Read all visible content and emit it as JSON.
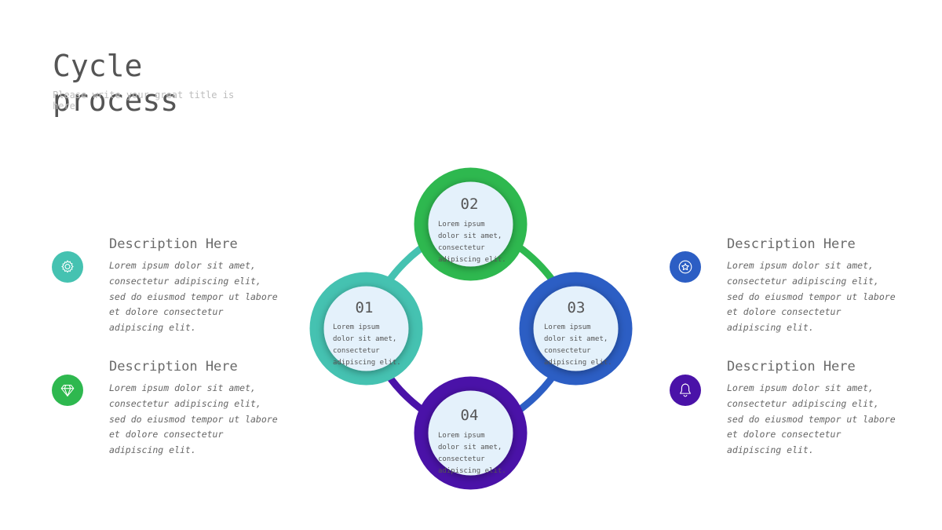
{
  "header": {
    "title_line1": "Cycle",
    "title_line2": "process",
    "subtitle": "Please write your great title is here"
  },
  "colors": {
    "teal": "#45c2b1",
    "green": "#2eb84f",
    "blue": "#2c5ec4",
    "purple": "#4a12a8",
    "inner_fill": "#e4f1fb"
  },
  "nodes": [
    {
      "number": "01",
      "lines": [
        "Lorem ipsum",
        "dolor sit amet,",
        "consectetur",
        "adipiscing elit."
      ],
      "color": "#45c2b1"
    },
    {
      "number": "02",
      "lines": [
        "Lorem ipsum",
        "dolor sit amet,",
        "consectetur",
        "adipiscing elit."
      ],
      "color": "#2eb84f"
    },
    {
      "number": "03",
      "lines": [
        "Lorem ipsum",
        "dolor sit amet,",
        "consectetur",
        "adipiscing elit."
      ],
      "color": "#2c5ec4"
    },
    {
      "number": "04",
      "lines": [
        "Lorem ipsum",
        "dolor sit amet,",
        "consectetur",
        "adipiscing elit."
      ],
      "color": "#4a12a8"
    }
  ],
  "descriptions": [
    {
      "title": "Description Here",
      "body": "Lorem ipsum dolor sit amet, consectetur adipiscing elit, sed do eiusmod tempor  ut labore et dolore consectetur adipiscing elit.",
      "icon": "gear-icon",
      "color": "#45c2b1"
    },
    {
      "title": "Description Here",
      "body": "Lorem ipsum dolor sit amet, consectetur adipiscing elit, sed do eiusmod tempor  ut labore et dolore consectetur adipiscing elit.",
      "icon": "diamond-icon",
      "color": "#2eb84f"
    },
    {
      "title": "Description Here",
      "body": "Lorem ipsum dolor sit amet, consectetur adipiscing elit, sed do eiusmod tempor  ut labore et dolore consectetur adipiscing elit.",
      "icon": "star-badge-icon",
      "color": "#2c5ec4"
    },
    {
      "title": "Description Here",
      "body": "Lorem ipsum dolor sit amet, consectetur adipiscing elit, sed do eiusmod tempor  ut labore et dolore consectetur adipiscing elit.",
      "icon": "bell-icon",
      "color": "#4a12a8"
    }
  ]
}
